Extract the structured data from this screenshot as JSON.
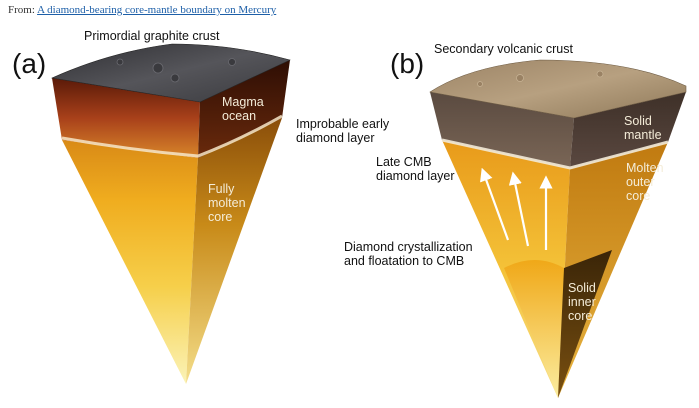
{
  "source": {
    "prefix": "From:",
    "link_text": "A diamond-bearing core-mantle boundary on Mercury"
  },
  "panel_a": {
    "letter": "(a)",
    "top_label": "Primordial graphite crust",
    "magma_line1": "Magma",
    "magma_line2": "ocean",
    "diamond_line1": "Improbable early",
    "diamond_line2": "diamond layer",
    "core_line1": "Fully",
    "core_line2": "molten",
    "core_line3": "core"
  },
  "panel_b": {
    "letter": "(b)",
    "top_label": "Secondary volcanic crust",
    "mantle_line1": "Solid",
    "mantle_line2": "mantle",
    "cmb_line1": "Late CMB",
    "cmb_line2": "diamond layer",
    "outer_line1": "Molten",
    "outer_line2": "outer",
    "outer_line3": "core",
    "cryst_line1": "Diamond crystallization",
    "cryst_line2": "and floatation to CMB",
    "inner_line1": "Solid",
    "inner_line2": "inner",
    "inner_line3": "core"
  },
  "colors": {
    "link": "#1d5fa8",
    "graphite_crust": "#4a4a4e",
    "magma": "#b0461a",
    "molten_core": "#f2b01e",
    "volcanic_crust": "#a8906f",
    "solid_mantle": "#6e5a4c",
    "inner_core": "#e8a01a"
  }
}
